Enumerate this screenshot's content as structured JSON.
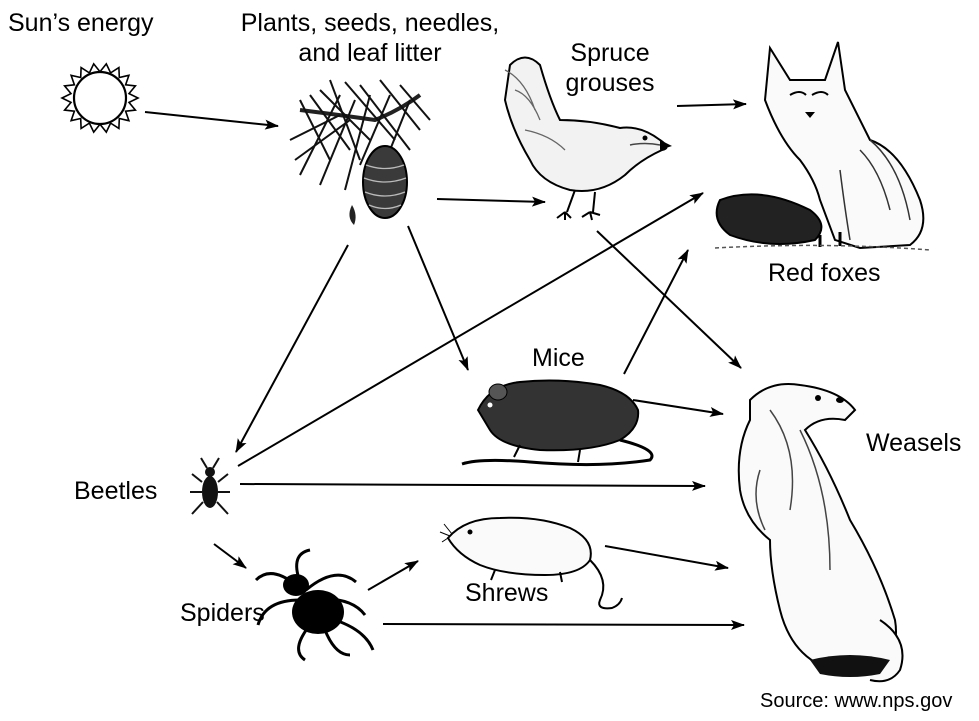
{
  "labels": {
    "sun": "Sun’s energy",
    "plants_line1": "Plants, seeds, needles,",
    "plants_line2": "and leaf litter",
    "grouse_line1": "Spruce",
    "grouse_line2": "grouses",
    "foxes": "Red foxes",
    "mice": "Mice",
    "weasels": "Weasels",
    "beetles": "Beetles",
    "spiders": "Spiders",
    "shrews": "Shrews"
  },
  "source": "Source: www.nps.gov",
  "edges": [
    {
      "from": "sun",
      "to": "plants"
    },
    {
      "from": "plants",
      "to": "spruce-grouses"
    },
    {
      "from": "plants",
      "to": "mice"
    },
    {
      "from": "plants",
      "to": "beetles"
    },
    {
      "from": "spruce-grouses",
      "to": "red-foxes"
    },
    {
      "from": "spruce-grouses",
      "to": "weasels"
    },
    {
      "from": "mice",
      "to": "red-foxes"
    },
    {
      "from": "mice",
      "to": "weasels"
    },
    {
      "from": "beetles",
      "to": "red-foxes"
    },
    {
      "from": "beetles",
      "to": "weasels"
    },
    {
      "from": "beetles",
      "to": "spiders"
    },
    {
      "from": "spiders",
      "to": "shrews"
    },
    {
      "from": "spiders",
      "to": "weasels"
    },
    {
      "from": "shrews",
      "to": "weasels"
    }
  ]
}
